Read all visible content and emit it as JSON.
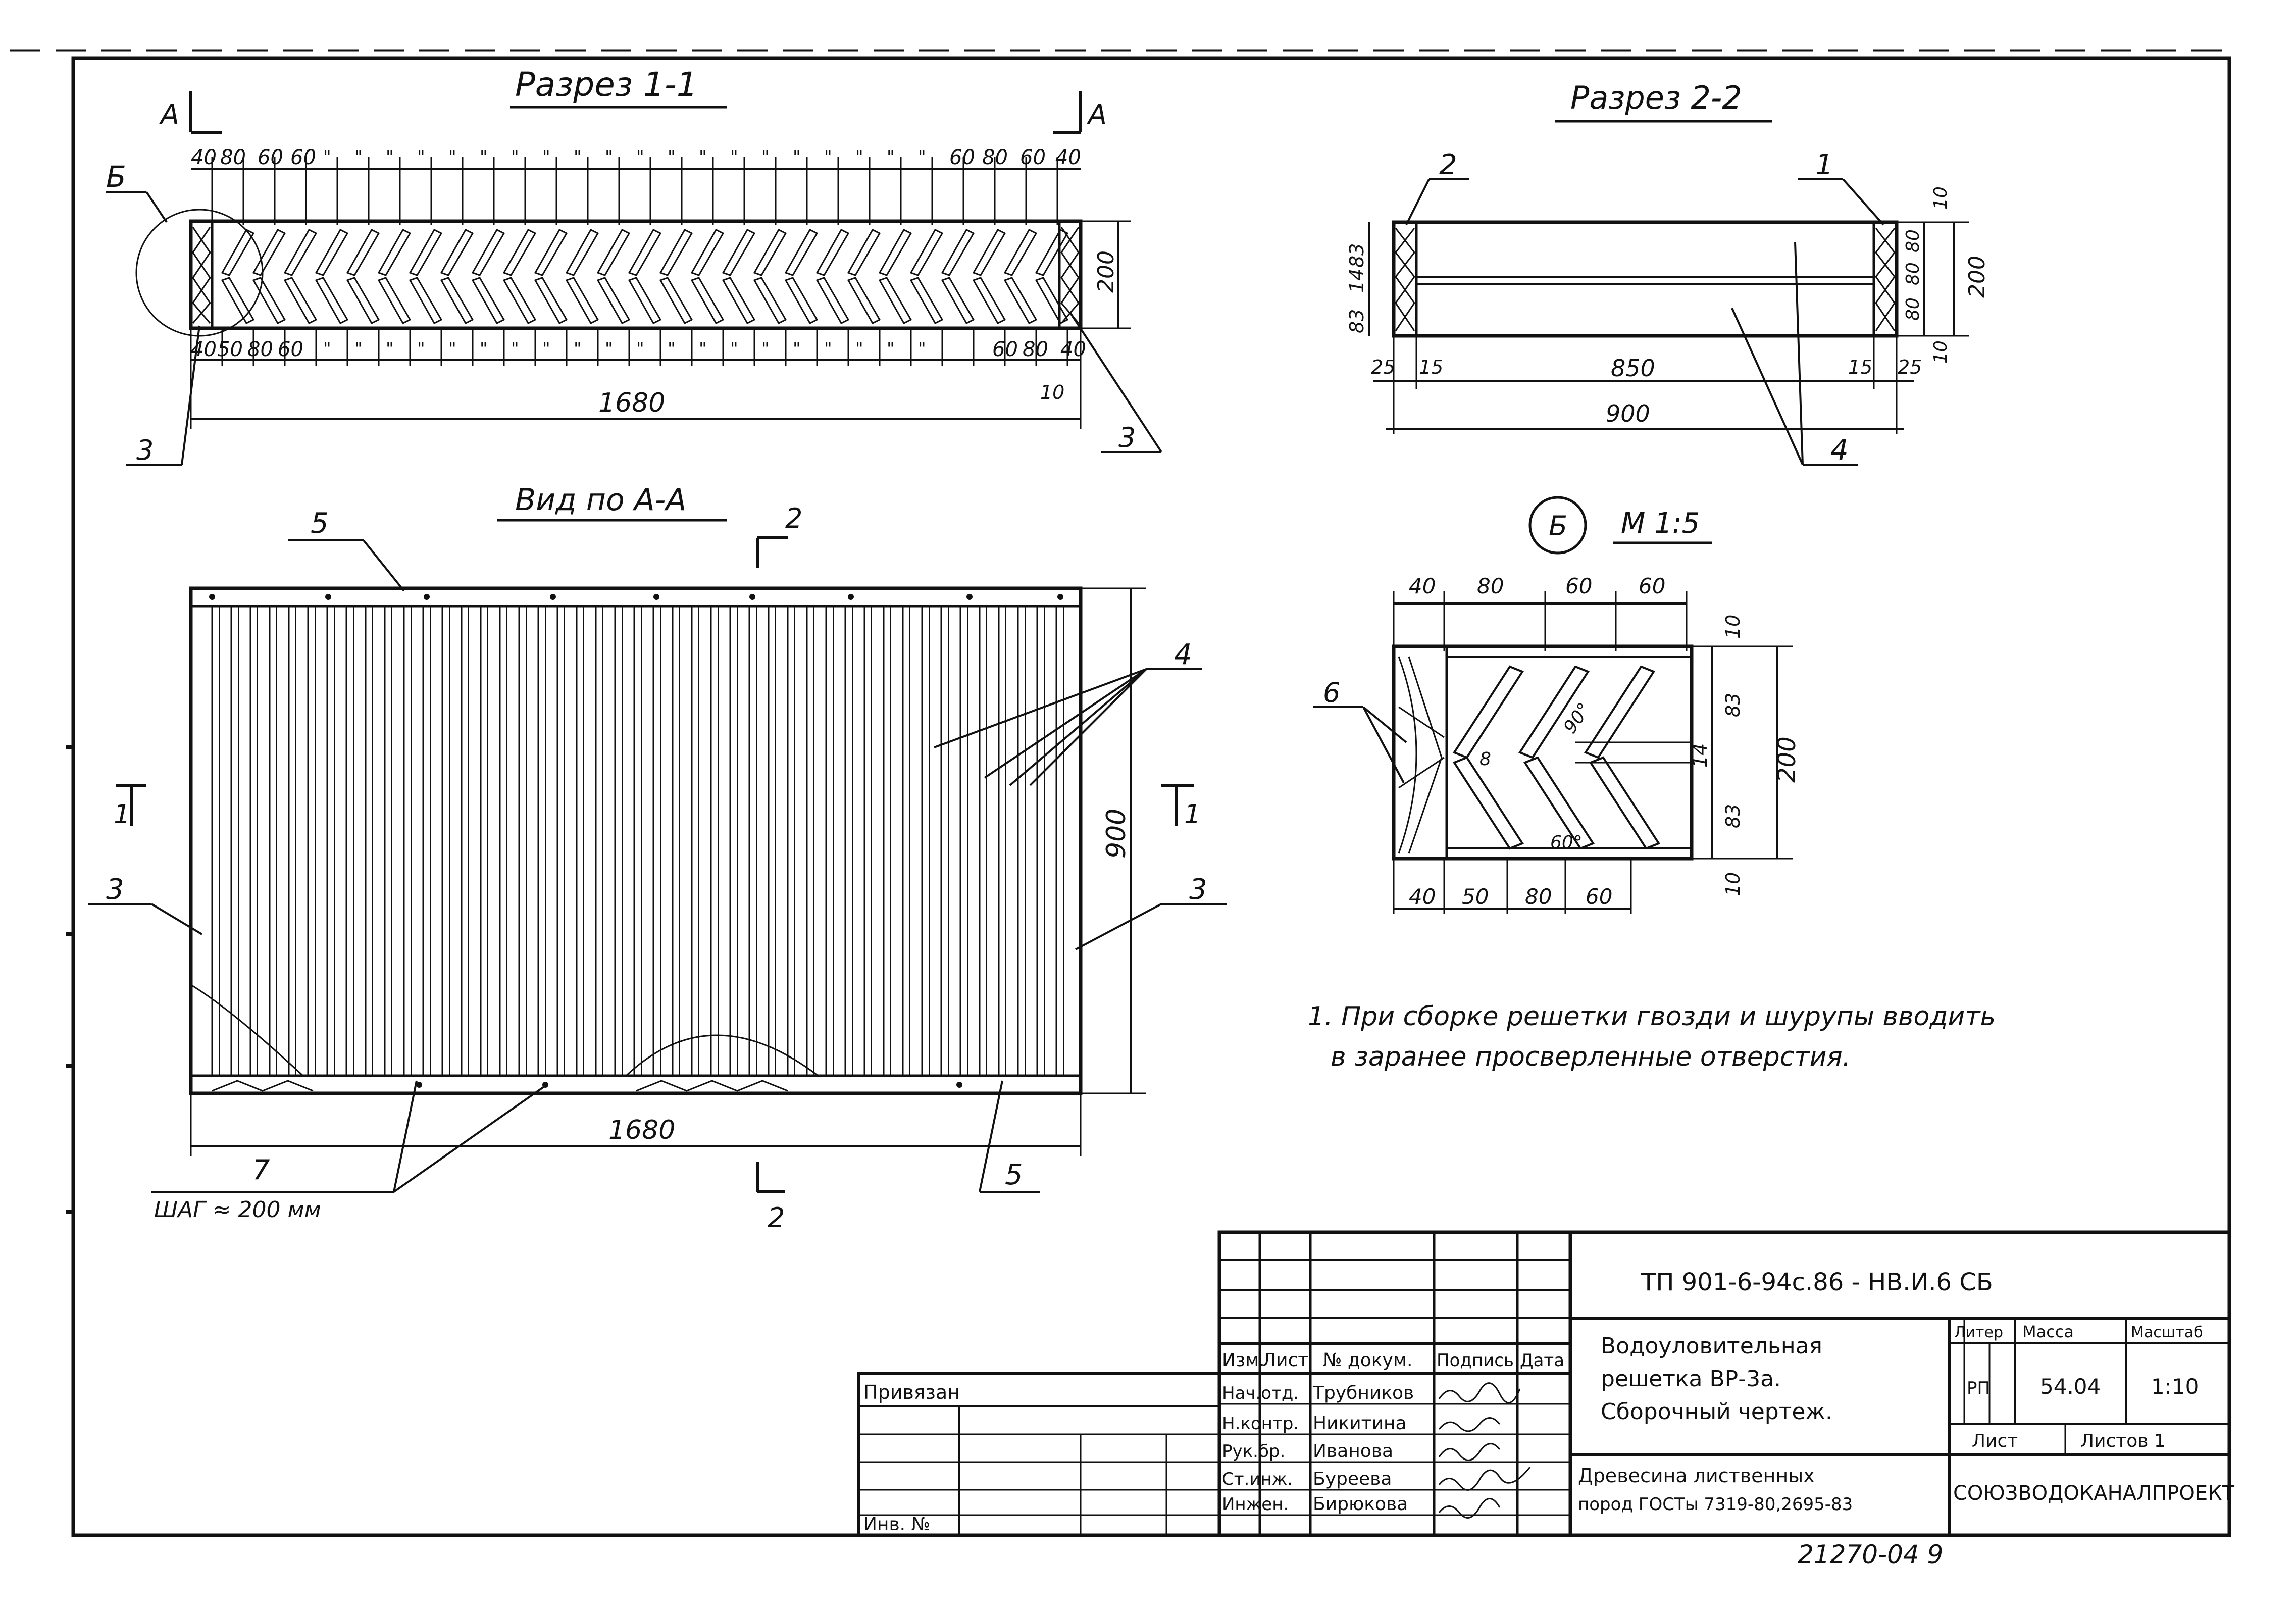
{
  "section_1": {
    "title": "Разрез 1-1",
    "arrow_left": "А",
    "arrow_right": "А",
    "dims_top": [
      "40",
      "80",
      "60",
      "60",
      "\"",
      "60",
      "80",
      "60",
      "40"
    ],
    "dims_bottom": [
      "40",
      "50",
      "80",
      "60",
      "\"",
      "60",
      "80",
      "40"
    ],
    "height": "200",
    "length": "1680",
    "small": "10",
    "callout_left": "3",
    "callout_right": "3",
    "callout_circle": "Б"
  },
  "section_2": {
    "title": "Разрез 2-2",
    "callout_2": "2",
    "callout_1": "1",
    "callout_4": "4",
    "dims_left": [
      "83",
      "14",
      "83"
    ],
    "dims_right": [
      "10",
      "80",
      "80",
      "80",
      "10"
    ],
    "height": "200",
    "d25l": "25",
    "d15l": "15",
    "d850": "850",
    "d15r": "15",
    "d25r": "25",
    "d900": "900"
  },
  "view_a": {
    "title": "Вид по А-А",
    "cut_2": "2",
    "cut_1": "1",
    "height": "900",
    "length": "1680",
    "callout_5": "5",
    "callout_4": "4",
    "callout_3": "3",
    "callout_7": "7",
    "step": "ШАГ ≈ 200 мм"
  },
  "detail_b": {
    "mark": "Б",
    "scale": "М 1:5",
    "dims_top": [
      "40",
      "80",
      "60",
      "60"
    ],
    "dims_bottom": [
      "40",
      "50",
      "80",
      "60"
    ],
    "dims_right": [
      "10",
      "83",
      "14",
      "83",
      "10"
    ],
    "height": "200",
    "angle": "90°",
    "angle2": "60°",
    "d8": "8",
    "callout_6": "6"
  },
  "note": {
    "line1": "1. При сборке решетки гвозди и шурупы вводить",
    "line2": "в заранее просверленные отверстия."
  },
  "title_block": {
    "doc_code": "ТП 901-6-94с.86 - НВ.И.6 СБ",
    "headers": [
      "Изм.",
      "Лист",
      "№ докум.",
      "Подпись",
      "Дата"
    ],
    "roles": [
      "Нач.отд.",
      "Н.контр.",
      "Рук.бр.",
      "Ст.инж.",
      "Инжен."
    ],
    "names": [
      "Трубников",
      "Никитина",
      "Иванова",
      "Буреева",
      "Бирюкова"
    ],
    "title_lines": [
      "Водоуловительная",
      "решетка ВР-3а.",
      "Сборочный чертеж."
    ],
    "material_lines": [
      "Древесина лиственных",
      "пород ГОСТы 7319-80,2695-83"
    ],
    "col_liter": "Литер",
    "col_mass": "Масса",
    "col_scale": "Масштаб",
    "liter": "РП",
    "mass": "54.04",
    "scale": "1:10",
    "sheet": "Лист",
    "sheets": "Листов 1",
    "org": "СОЮЗВОДОКАНАЛПРОЕКТ",
    "privyazan": "Привязан",
    "inv": "Инв. №",
    "footer": "21270-04 9"
  }
}
